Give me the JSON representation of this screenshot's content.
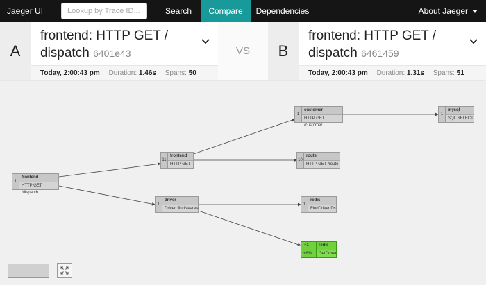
{
  "nav": {
    "brand": "Jaeger UI",
    "search_placeholder": "Lookup by Trace ID...",
    "links": {
      "search": "Search",
      "compare": "Compare",
      "dependencies": "Dependencies"
    },
    "about": "About Jaeger",
    "active_color": "#199a9a"
  },
  "compare": {
    "vs": "VS",
    "a": {
      "label": "A",
      "title": "frontend: HTTP GET / dispatch",
      "trace_id": "6401e43",
      "date": "Today, 2:00:43 pm",
      "duration_label": "Duration:",
      "duration": "1.46s",
      "spans_label": "Spans:",
      "spans": "50"
    },
    "b": {
      "label": "B",
      "title": "frontend: HTTP GET / dispatch",
      "trace_id": "6461459",
      "date": "Today, 2:00:43 pm",
      "duration_label": "Duration:",
      "duration": "1.31s",
      "spans_label": "Spans:",
      "spans": "51"
    }
  },
  "graph": {
    "nodes": [
      {
        "count": "1",
        "service": "frontend",
        "operation": "HTTP GET /dispatch"
      },
      {
        "count": "11",
        "service": "frontend",
        "operation": "HTTP GET"
      },
      {
        "count": "1",
        "service": "driver",
        "operation": "Driver::findNearest"
      },
      {
        "count": "1",
        "service": "customer",
        "operation": "HTTP GET /customer"
      },
      {
        "count": "10",
        "service": "route",
        "operation": "HTTP GET /route"
      },
      {
        "count": "1",
        "service": "redis",
        "operation": "FindDriverIDs"
      },
      {
        "count": "1",
        "service": "mysql",
        "operation": "SQL SELECT"
      },
      {
        "count": "+1",
        "delta": "+8%",
        "service": "redis",
        "operation": "GetDriver",
        "status": "added"
      }
    ],
    "added_color": "#6fd13c"
  }
}
